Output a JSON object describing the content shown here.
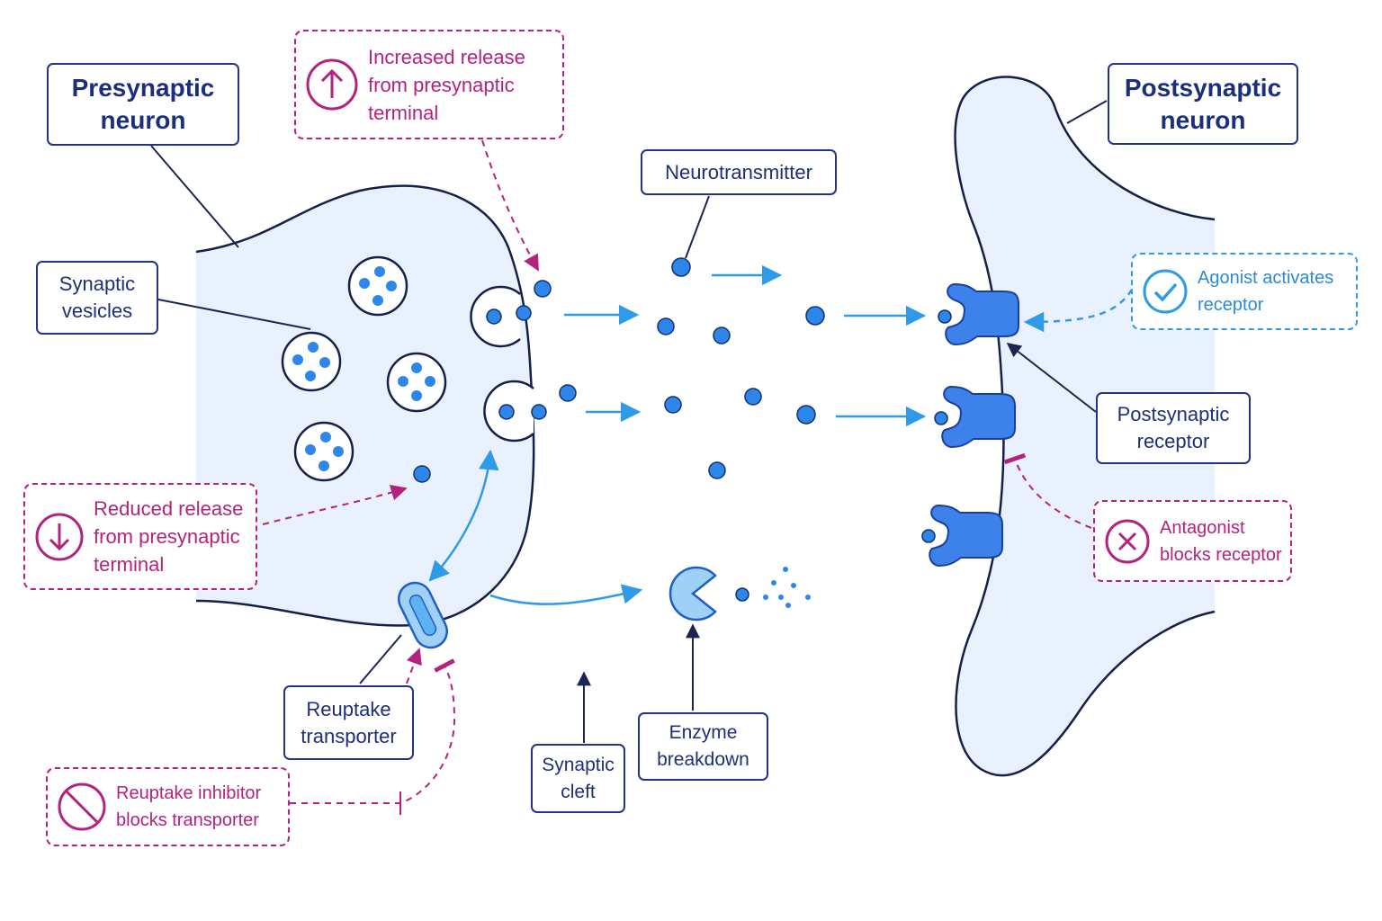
{
  "labels": {
    "presynaptic_neuron": "Presynaptic\nneuron",
    "postsynaptic_neuron": "Postsynaptic\nneuron",
    "synaptic_vesicles": "Synaptic\nvesicles",
    "neurotransmitter": "Neurotransmitter",
    "postsynaptic_receptor": "Postsynaptic\nreceptor",
    "reuptake_transporter": "Reuptake\ntransporter",
    "synaptic_cleft": "Synaptic\ncleft",
    "enzyme_breakdown": "Enzyme\nbreakdown"
  },
  "annotations": {
    "increased_release": "Increased release\nfrom presynaptic\nterminal",
    "reduced_release": "Reduced release\nfrom presynaptic\nterminal",
    "agonist": "Agonist activates\nreceptor",
    "antagonist": "Antagonist\nblocks receptor",
    "reuptake_inhibitor": "Reuptake inhibitor\nblocks transporter"
  },
  "icons": {
    "increased_release": "up-arrow-circle-icon",
    "reduced_release": "down-arrow-circle-icon",
    "agonist": "checkmark-circle-icon",
    "antagonist": "x-circle-icon",
    "reuptake_inhibitor": "prohibited-icon"
  },
  "colors": {
    "navy": "#22348a",
    "magenta": "#b3227f",
    "blue": "#2f9ae8",
    "dot_blue": "#2e86ea",
    "receptor_blue": "#3d82ea",
    "cell_fill": "#e8f1fd"
  }
}
